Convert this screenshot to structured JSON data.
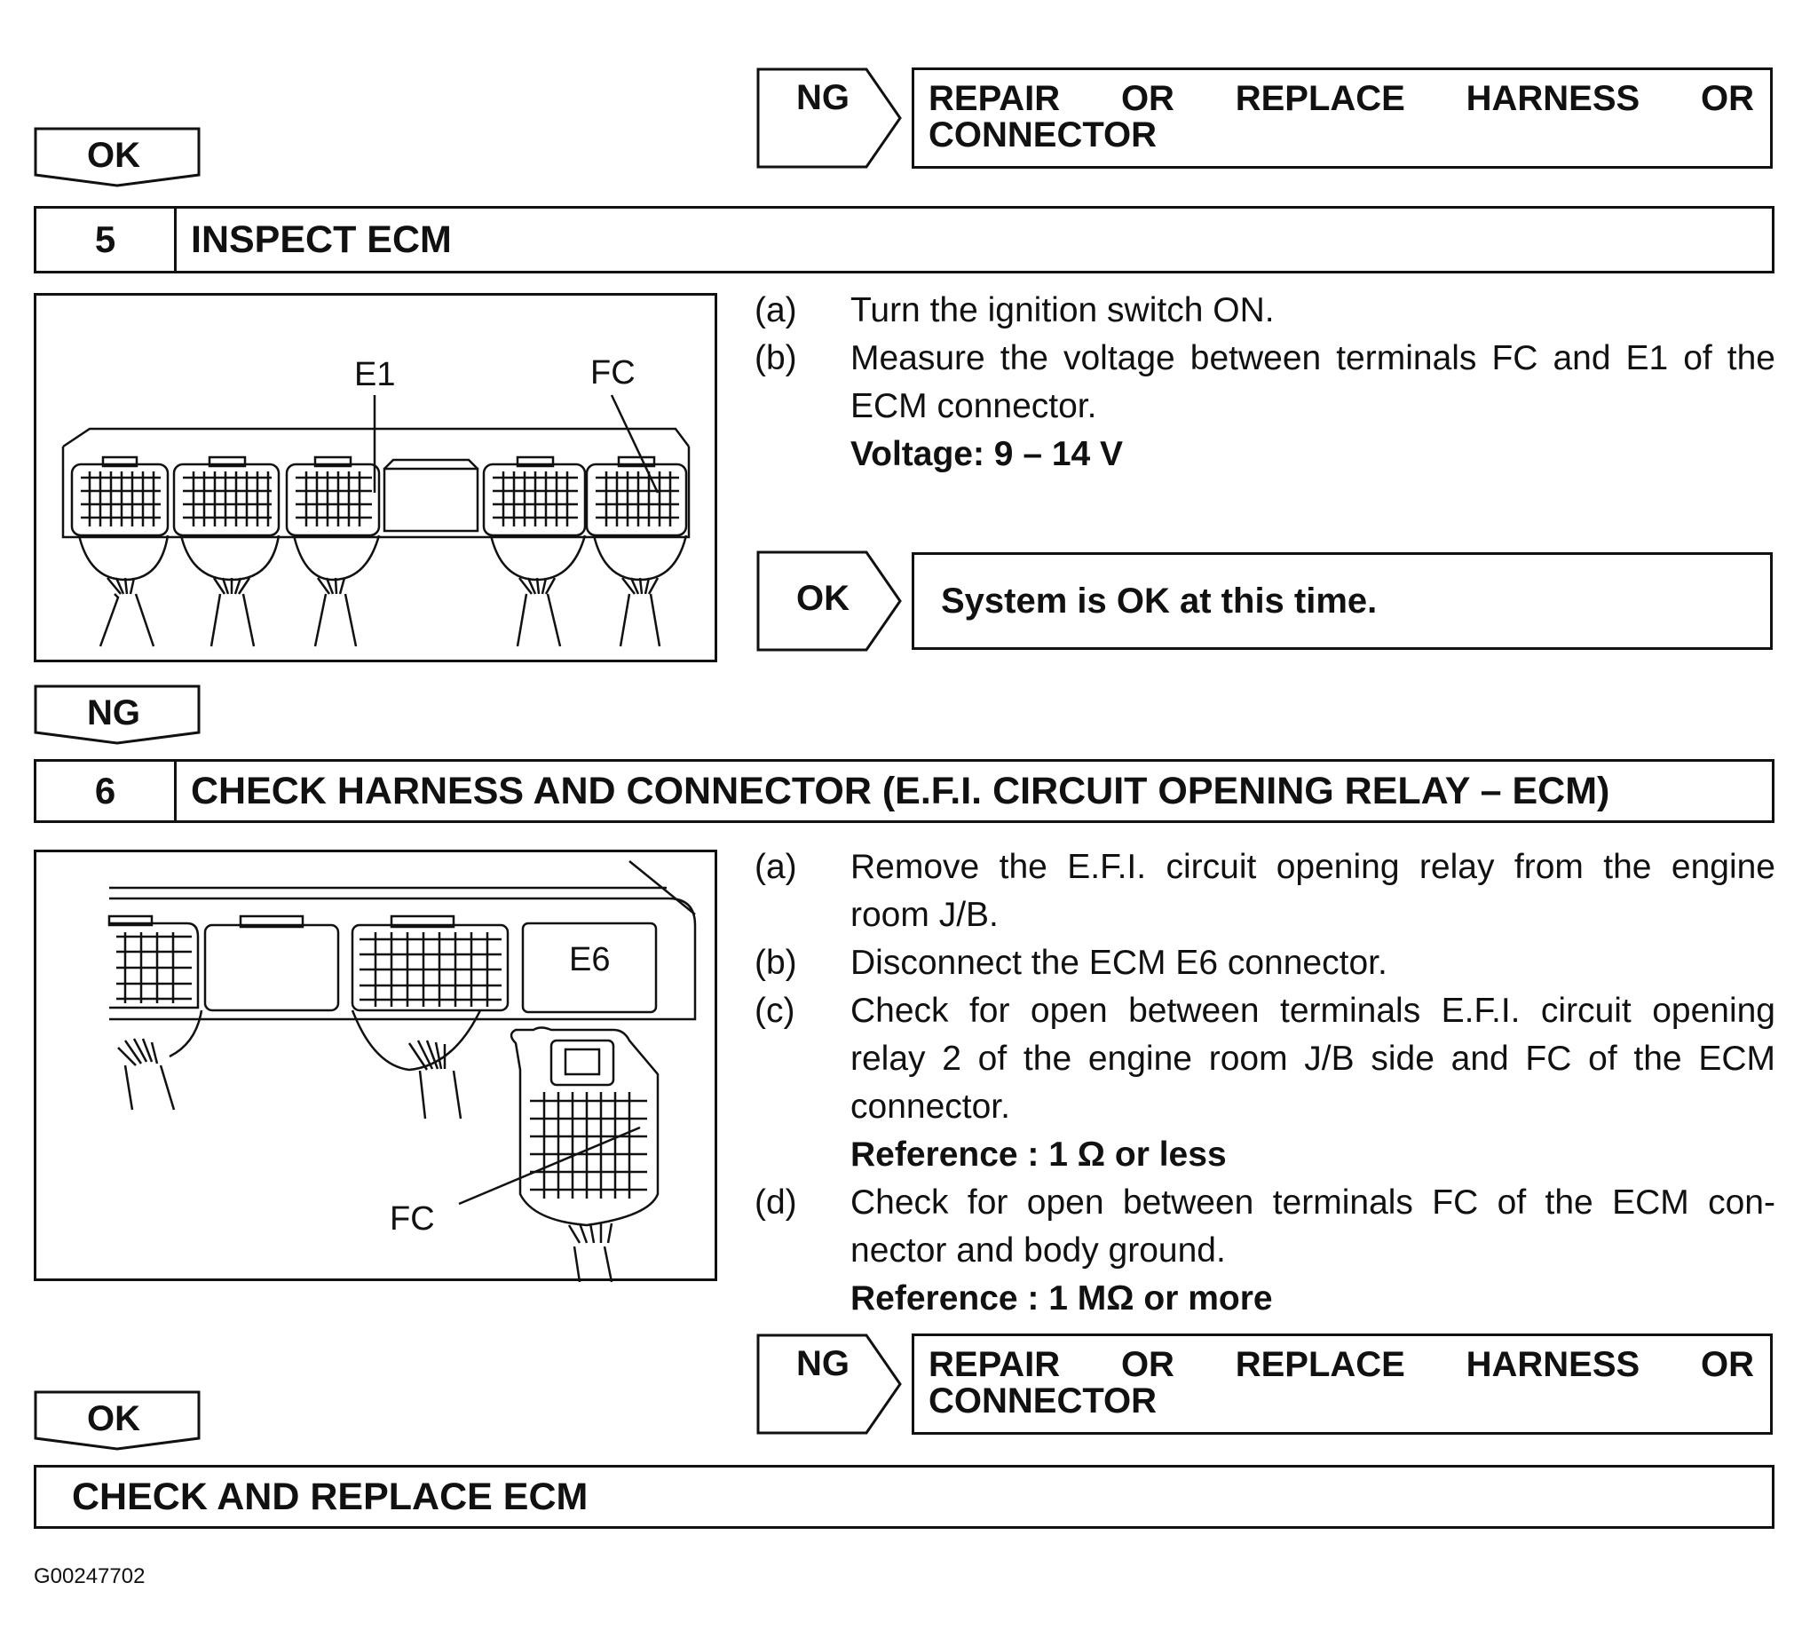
{
  "top_branch": {
    "ok_label": "OK",
    "ng_label": "NG",
    "ng_result_line1": "REPAIR OR REPLACE HARNESS OR",
    "ng_result_line2": "CONNECTOR"
  },
  "step5": {
    "number": "5",
    "title": "INSPECT ECM",
    "figure": {
      "label_e1": "E1",
      "label_fc": "FC"
    },
    "instructions": [
      {
        "letter": "(a)",
        "text": "Turn the ignition switch ON."
      },
      {
        "letter": "(b)",
        "text": "Measure the voltage between terminals FC and E1 of the ECM connector.",
        "spec": "Voltage: 9 – 14 V"
      }
    ],
    "ok_label": "OK",
    "ok_result": "System is OK at this time.",
    "ng_label": "NG"
  },
  "step6": {
    "number": "6",
    "title": "CHECK HARNESS AND CONNECTOR (E.F.I. CIRCUIT OPENING RELAY – ECM)",
    "figure": {
      "label_e6": "E6",
      "label_fc": "FC"
    },
    "instructions": [
      {
        "letter": "(a)",
        "text": "Remove the E.F.I. circuit opening relay from the engine room J/B."
      },
      {
        "letter": "(b)",
        "text": "Disconnect the ECM E6 connector."
      },
      {
        "letter": "(c)",
        "text": "Check for open between terminals E.F.I. circuit opening relay 2 of the engine room J/B side and FC of the ECM connector.",
        "spec": "Reference : 1 Ω or less"
      },
      {
        "letter": "(d)",
        "text": "Check for open between terminals FC of the ECM con- nector and body ground.",
        "spec": "Reference : 1 MΩ or more"
      }
    ],
    "ng_label": "NG",
    "ng_result_line1": "REPAIR OR REPLACE HARNESS OR",
    "ng_result_line2": "CONNECTOR",
    "ok_label": "OK"
  },
  "final_step": {
    "title": "CHECK AND REPLACE ECM"
  },
  "figure_id": "G00247702"
}
